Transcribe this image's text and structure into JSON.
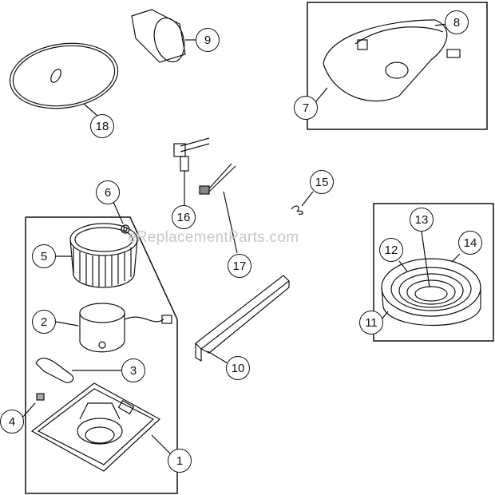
{
  "watermark": "eReplacementParts.com",
  "callouts": {
    "c1": "1",
    "c2": "2",
    "c3": "3",
    "c4": "4",
    "c5": "5",
    "c6": "6",
    "c7": "7",
    "c8": "8",
    "c9": "9",
    "c10": "10",
    "c11": "11",
    "c12": "12",
    "c13": "13",
    "c14": "14",
    "c15": "15",
    "c16": "16",
    "c17": "17",
    "c18": "18"
  },
  "colors": {
    "line": "#111111",
    "watermark": "#c8c8c8",
    "shade": "#bbbbbb"
  }
}
